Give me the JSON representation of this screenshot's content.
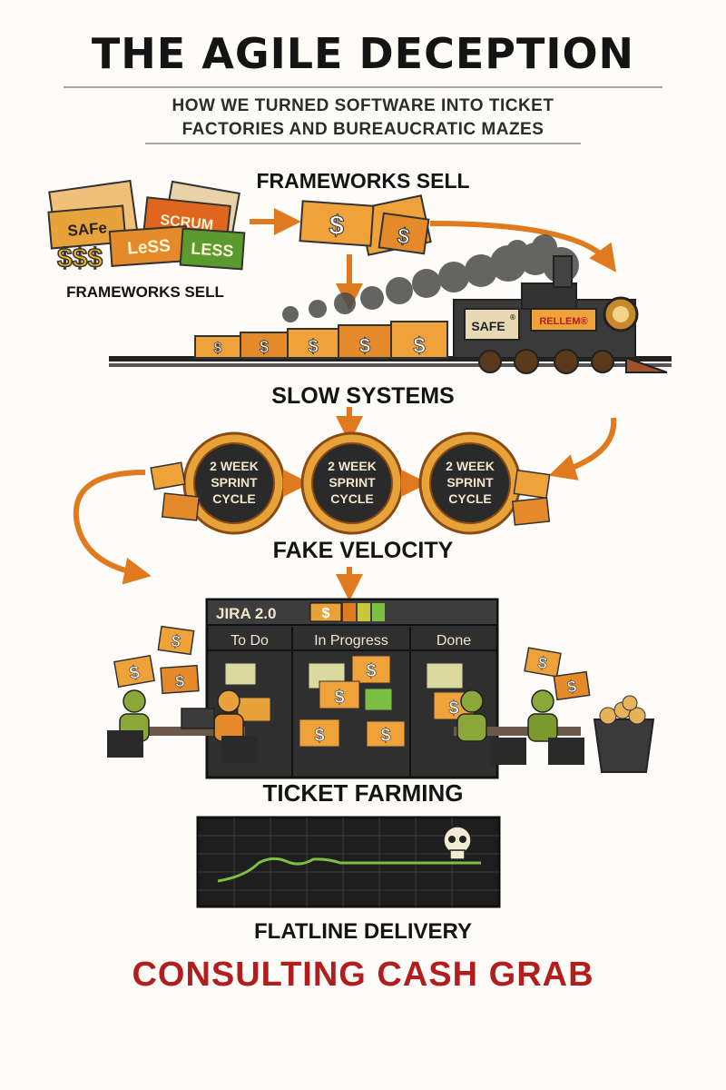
{
  "header": {
    "title": "THE AGILE DECEPTION",
    "subtitle_line1": "HOW WE TURNED SOFTWARE INTO TICKET",
    "subtitle_line2": "FACTORIES AND BUREAUCRATIC MAZES"
  },
  "frameworks": {
    "label": "FRAMEWORKS SELL",
    "side_label": "FRAMEWORKS SELL",
    "tags": [
      "SAFe",
      "SCRUM",
      "LeSS",
      "LESS"
    ],
    "money": "$$$",
    "ticket_symbol": "$"
  },
  "train": {
    "plate": "SAFE",
    "plate_sup": "®",
    "engine_sign": "RELLEM®",
    "car_symbol": "$"
  },
  "slow_systems": {
    "label": "SLOW SYSTEMS",
    "sprint_line1": "2 WEEK",
    "sprint_line2": "SPRINT",
    "sprint_line3": "CYCLE"
  },
  "fake_velocity": {
    "label": "FAKE VELOCITY"
  },
  "jira": {
    "title": "JIRA 2.0",
    "title_symbol": "$",
    "columns": [
      "To Do",
      "In Progress",
      "Done"
    ],
    "card_symbol": "$"
  },
  "ticket_farming": {
    "label": "TICKET FARMING"
  },
  "flatline": {
    "label": "FLATLINE DELIVERY"
  },
  "closing": {
    "text": "CONSULTING CASH GRAB"
  },
  "colors": {
    "accent": "#e07a1f",
    "ticket": "#f0a23a",
    "dark": "#2a2a2a",
    "green_card": "#5a9a2e",
    "flatline": "#7bc043",
    "closing": "#b21e1e"
  }
}
